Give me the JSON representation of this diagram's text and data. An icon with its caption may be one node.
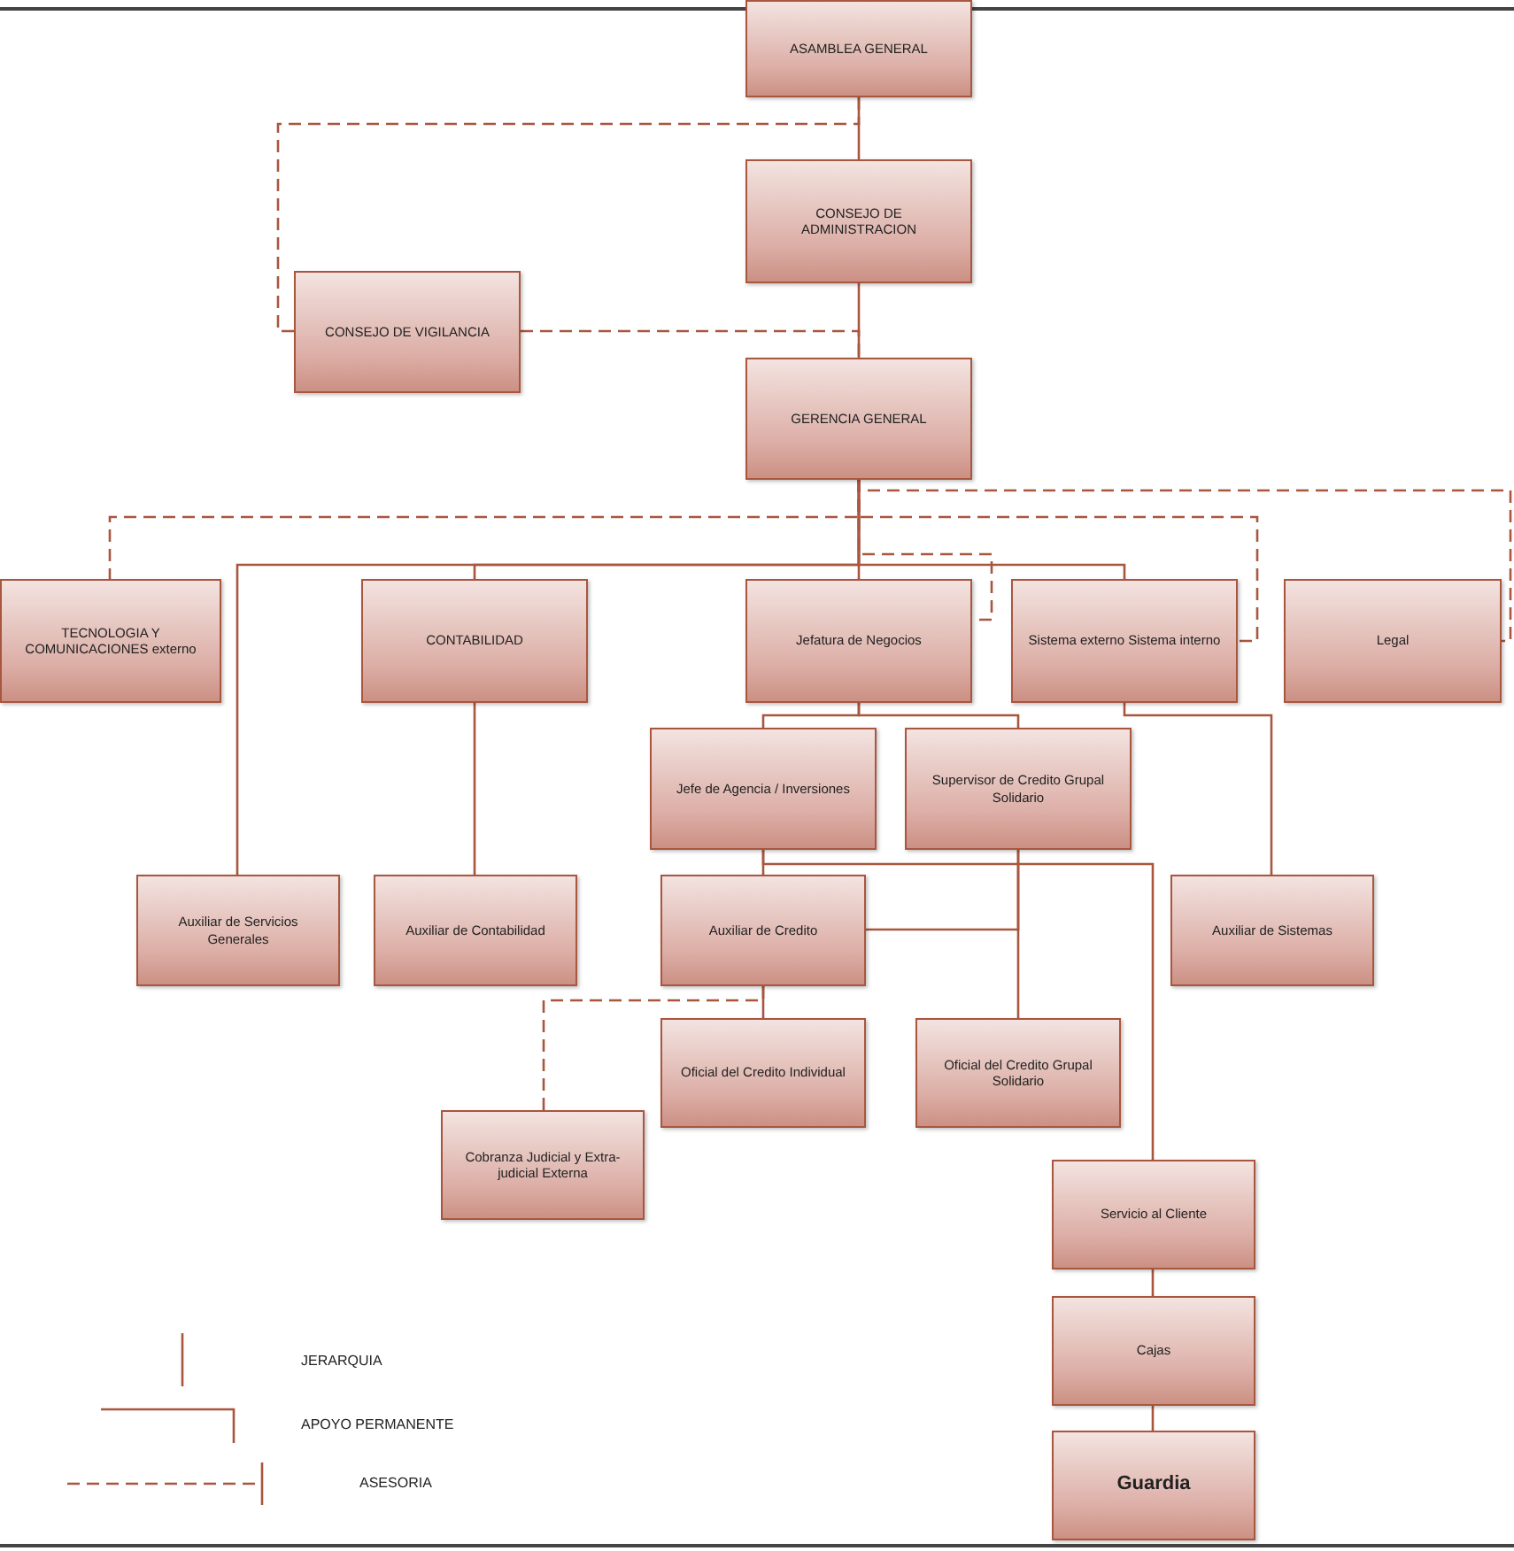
{
  "diagram": {
    "nodes": [
      {
        "text": [
          "ASAMBLEA GENERAL"
        ]
      },
      {
        "text": [
          "CONSEJO DE ADMINISTRACION"
        ]
      },
      {
        "text": [
          "CONSEJO DE VIGILANCIA"
        ]
      },
      {
        "text": [
          "GERENCIA GENERAL"
        ]
      },
      {
        "text": [
          "TECNOLOGIA Y COMUNICACIONES externo"
        ]
      },
      {
        "text": [
          "CONTABILIDAD"
        ]
      },
      {
        "text": [
          "Jefatura de Negocios"
        ]
      },
      {
        "text": [
          "Sistema externo Sistema interno"
        ]
      },
      {
        "text": [
          "Legal"
        ]
      },
      {
        "text": [
          "Jefe de Agencia / Inversiones"
        ]
      },
      {
        "text": [
          "Supervisor de Credito Grupal Solidario"
        ]
      },
      {
        "text": [
          "Auxiliar de Servicios Generales"
        ]
      },
      {
        "text": [
          "Auxiliar de Contabilidad"
        ]
      },
      {
        "text": [
          "Auxiliar de Credito"
        ]
      },
      {
        "text": [
          "Auxiliar de Sistemas"
        ]
      },
      {
        "text": [
          "Oficial del Credito Individual"
        ]
      },
      {
        "text": [
          "Oficial del Credito Grupal Solidario"
        ]
      },
      {
        "text": [
          "Cobranza Judicial y Extra-judicial Externa"
        ]
      },
      {
        "text": [
          "Servicio al Cliente"
        ]
      },
      {
        "text": [
          "Cajas"
        ]
      },
      {
        "text": [
          "Guardia"
        ]
      }
    ],
    "edges": [
      {
        "from": 0,
        "to": 1,
        "arrow": "none"
      },
      {
        "from": 1,
        "to": 3,
        "arrow": "none"
      },
      {
        "from": 0,
        "to": 2,
        "arrow": "none",
        "style": "dashed"
      },
      {
        "from": 2,
        "to": 3,
        "arrow": "none",
        "style": "dashed"
      },
      {
        "from": 3,
        "to": 4,
        "arrow": "none",
        "style": "dashed"
      },
      {
        "from": 3,
        "to": 7,
        "arrow": "none",
        "style": "dashed"
      },
      {
        "from": 3,
        "to": 8,
        "arrow": "none",
        "style": "dashed"
      },
      {
        "from": 3,
        "to": 6,
        "arrow": "none",
        "style": "dashed"
      },
      {
        "from": 3,
        "to": 11,
        "arrow": "none"
      },
      {
        "from": 3,
        "to": 5,
        "arrow": "none"
      },
      {
        "from": 3,
        "to": 6,
        "arrow": "none"
      },
      {
        "from": 3,
        "to": 7,
        "arrow": "none"
      },
      {
        "from": 5,
        "to": 12,
        "arrow": "none"
      },
      {
        "from": 6,
        "to": 9,
        "arrow": "none"
      },
      {
        "from": 6,
        "to": 10,
        "arrow": "none"
      },
      {
        "from": 7,
        "to": 14,
        "arrow": "none"
      },
      {
        "from": 9,
        "to": 13,
        "arrow": "none"
      },
      {
        "from": 9,
        "to": 18,
        "arrow": "none"
      },
      {
        "from": 10,
        "to": 16,
        "arrow": "none"
      },
      {
        "from": 10,
        "to": 13,
        "arrow": "none"
      },
      {
        "from": 13,
        "to": 15,
        "arrow": "none"
      },
      {
        "from": 13,
        "to": 17,
        "arrow": "none",
        "style": "dashed"
      },
      {
        "from": 18,
        "to": 19,
        "arrow": "none"
      },
      {
        "from": 19,
        "to": 20,
        "arrow": "none"
      }
    ],
    "legend": [
      {
        "text": "JERARQUIA"
      },
      {
        "text": "APOYO PERMANENTE"
      },
      {
        "text": "ASESORIA"
      }
    ]
  }
}
